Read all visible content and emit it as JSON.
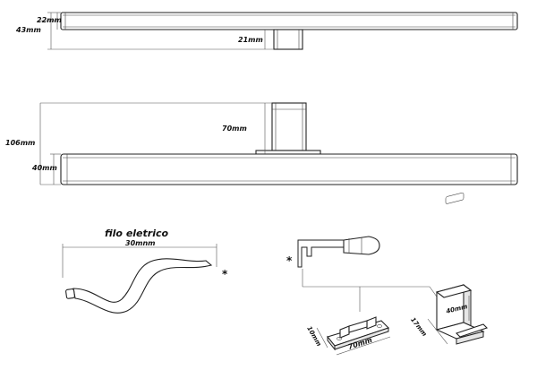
{
  "labels": {
    "top_height": "22mm",
    "top_total": "43mm",
    "top_bracket": "21mm",
    "front_bracket": "70mm",
    "front_total": "106mm",
    "front_bar": "40mm",
    "wire_title": "filo eletrico",
    "wire_length": "30mnm",
    "wire_note": "*",
    "clip_note": "*",
    "plate_width": "10mm",
    "plate_length": "70mm",
    "block_height": "40mm",
    "block_side": "17mm"
  }
}
